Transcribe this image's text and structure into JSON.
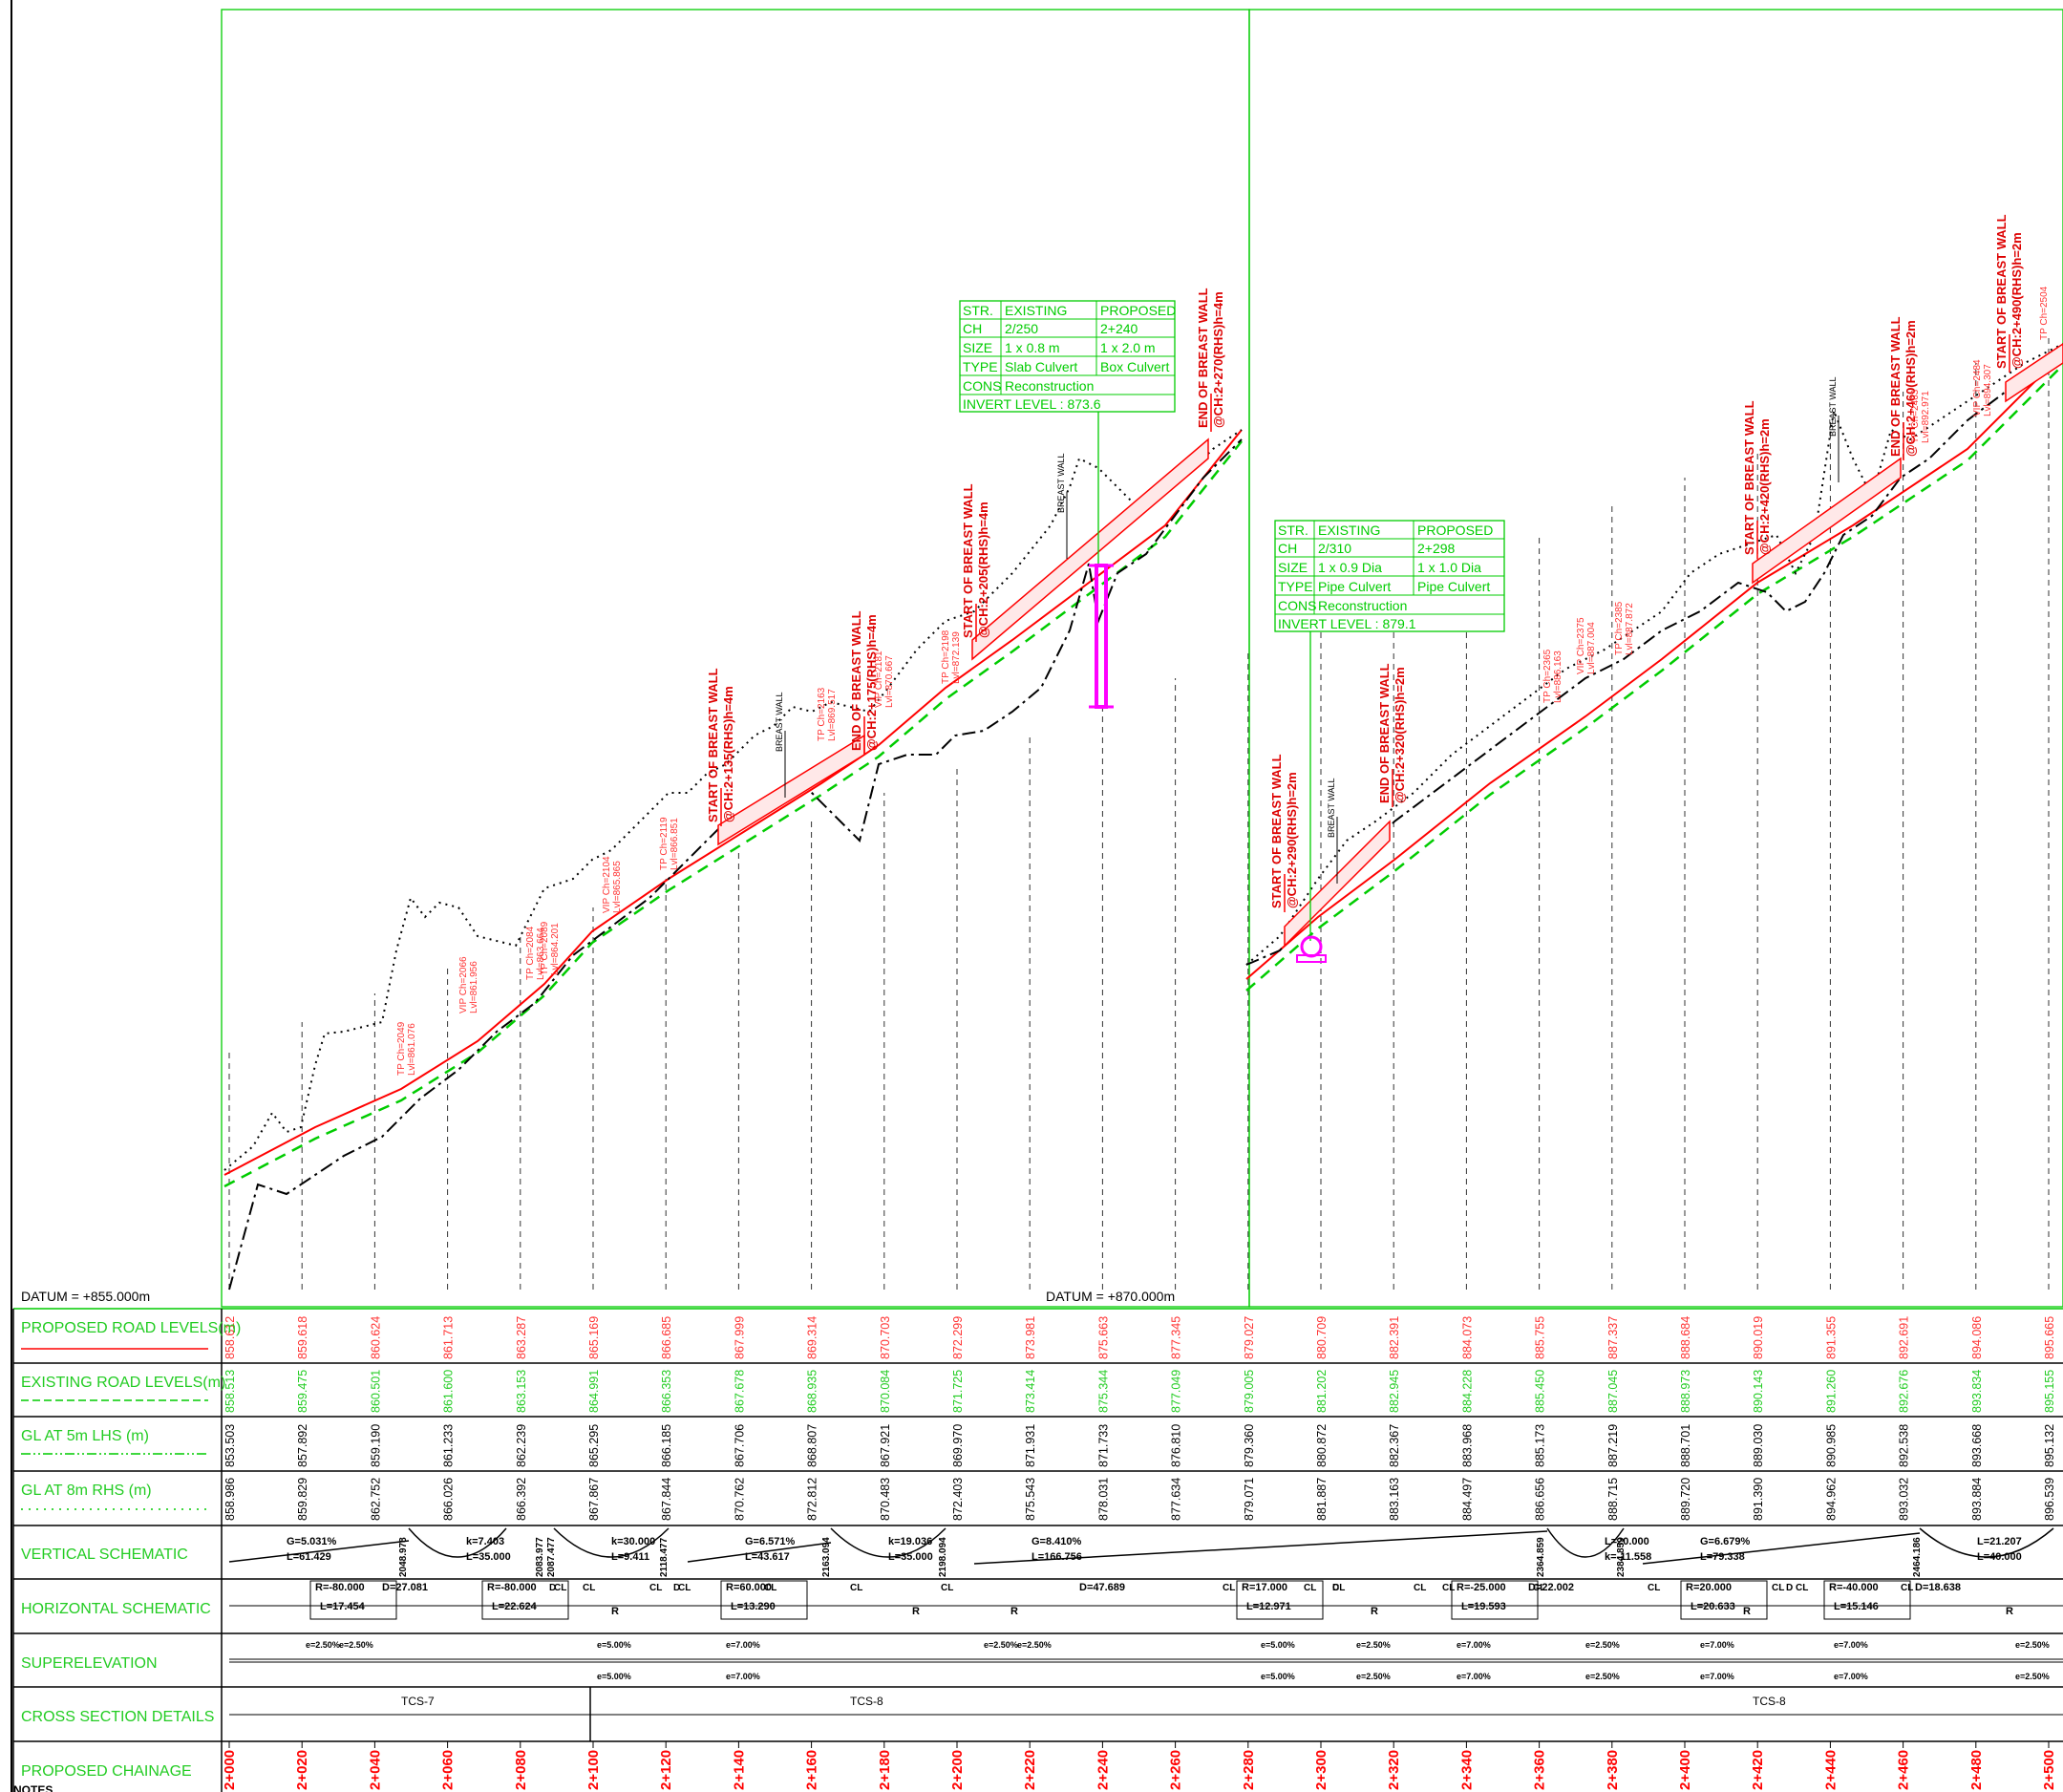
{
  "datum_left": "DATUM = +855.000m",
  "datum_right": "DATUM = +870.000m",
  "row_labels": {
    "prl": "PROPOSED ROAD LEVELS(m)",
    "erl": "EXISTING ROAD LEVELS(m)",
    "gl5": "GL AT 5m LHS (m)",
    "gl8": "GL AT 8m RHS (m)",
    "vs": "VERTICAL SCHEMATIC",
    "hs": "HORIZONTAL SCHEMATIC",
    "se": "SUPERELEVATION",
    "cs": "CROSS SECTION DETAILS",
    "pc": "PROPOSED CHAINAGE"
  },
  "notes_label": "NOTES",
  "chainages": [
    "2+000",
    "2+020",
    "2+040",
    "2+060",
    "2+080",
    "2+100",
    "2+120",
    "2+140",
    "2+160",
    "2+180",
    "2+200",
    "2+220",
    "2+240",
    "2+260",
    "2+280",
    "2+300",
    "2+320",
    "2+340",
    "2+360",
    "2+380",
    "2+400",
    "2+420",
    "2+440",
    "2+460",
    "2+480",
    "2+500"
  ],
  "prl": [
    "858.612",
    "859.618",
    "860.624",
    "861.713",
    "863.287",
    "865.169",
    "866.685",
    "867.999",
    "869.314",
    "870.703",
    "872.299",
    "873.981",
    "875.663",
    "877.345",
    "879.027",
    "880.709",
    "882.391",
    "884.073",
    "885.755",
    "887.337",
    "888.684",
    "890.019",
    "891.355",
    "892.691",
    "894.086",
    "895.665"
  ],
  "erl": [
    "858.513",
    "859.475",
    "860.501",
    "861.600",
    "863.153",
    "864.991",
    "866.353",
    "867.678",
    "868.935",
    "870.084",
    "871.725",
    "873.414",
    "875.344",
    "877.049",
    "879.005",
    "881.202",
    "882.945",
    "884.228",
    "885.450",
    "887.045",
    "888.973",
    "890.143",
    "891.260",
    "892.676",
    "893.834",
    "895.155"
  ],
  "gl5": [
    "853.503",
    "857.892",
    "859.190",
    "861.233",
    "862.239",
    "865.295",
    "866.185",
    "867.706",
    "868.807",
    "867.921",
    "869.970",
    "871.931",
    "871.733",
    "876.810",
    "879.360",
    "880.872",
    "882.367",
    "883.968",
    "885.173",
    "887.219",
    "888.701",
    "889.030",
    "890.985",
    "892.538",
    "893.668",
    "895.132"
  ],
  "gl8": [
    "858.986",
    "859.829",
    "862.752",
    "866.026",
    "866.392",
    "867.867",
    "867.844",
    "870.762",
    "872.812",
    "870.483",
    "872.403",
    "875.543",
    "878.031",
    "877.634",
    "879.071",
    "881.887",
    "883.163",
    "884.497",
    "886.656",
    "888.715",
    "889.720",
    "891.390",
    "894.962",
    "893.032",
    "893.884",
    "896.539"
  ],
  "culvert1": {
    "rows": [
      [
        "STR.",
        "EXISTING",
        "PROPOSED"
      ],
      [
        "CH",
        "2/250",
        "2+240"
      ],
      [
        "SIZE",
        "1 x 0.8 m",
        "1 x 2.0 m"
      ],
      [
        "TYPE",
        "Slab Culvert",
        "Box Culvert"
      ],
      [
        "CONS",
        "Reconstruction",
        ""
      ]
    ],
    "invert": "INVERT LEVEL : 873.6"
  },
  "culvert2": {
    "rows": [
      [
        "STR.",
        "EXISTING",
        "PROPOSED"
      ],
      [
        "CH",
        "2/310",
        "2+298"
      ],
      [
        "SIZE",
        "1 x 0.9 Dia",
        "1 x 1.0 Dia"
      ],
      [
        "TYPE",
        "Pipe Culvert",
        "Pipe Culvert"
      ],
      [
        "CONS",
        "Reconstruction",
        ""
      ]
    ],
    "invert": "INVERT LEVEL : 879.1"
  },
  "breast_walls": [
    {
      "l1": "START OF BREAST WALL",
      "l2": "@CH:2+135(RHS)h=4m"
    },
    {
      "l1": "END OF BREAST WALL",
      "l2": "@CH:2+175(RHS)h=4m"
    },
    {
      "l1": "START OF BREAST WALL",
      "l2": "@CH:2+205(RHS)h=4m"
    },
    {
      "l1": "END OF BREAST WALL",
      "l2": "@CH:2+270(RHS)h=4m"
    },
    {
      "l1": "START OF BREAST WALL",
      "l2": "@CH:2+290(RHS)h=2m"
    },
    {
      "l1": "END OF BREAST WALL",
      "l2": "@CH:2+320(RHS)h=2m"
    },
    {
      "l1": "START OF BREAST WALL",
      "l2": "@CH:2+420(RHS)h=2m"
    },
    {
      "l1": "END OF BREAST WALL",
      "l2": "@CH:2+460(RHS)h=2m"
    },
    {
      "l1": "START OF BREAST WALL",
      "l2": "@CH:2+490(RHS)h=2m"
    }
  ],
  "breast_wall_tag": "BREAST WALL",
  "ip_labels": [
    {
      "l1": "TP  Ch=2049",
      "l2": "Lvl=861.076"
    },
    {
      "l1": "VIP  Ch=2066",
      "l2": "Lvl=861.956"
    },
    {
      "l1": "TP  Ch=2084",
      "l2": "Lvl=863.664"
    },
    {
      "l1": "TP  Ch=2089",
      "l2": "Lvl=864.201"
    },
    {
      "l1": "VIP  Ch=2104",
      "l2": "Lvl=865.865"
    },
    {
      "l1": "TP  Ch=2119",
      "l2": "Lvl=866.851"
    },
    {
      "l1": "TP  Ch=2163",
      "l2": "Lvl=869.517"
    },
    {
      "l1": "VIP  Ch=2181",
      "l2": "Lvl=870.667"
    },
    {
      "l1": "TP  Ch=2198",
      "l2": "Lvl=872.139"
    },
    {
      "l1": "TP  Ch=2365",
      "l2": "Lvl=886.163"
    },
    {
      "l1": "VIP  Ch=2375",
      "l2": "Lvl=887.004"
    },
    {
      "l1": "TP  Ch=2385",
      "l2": "Lvl=887.872"
    },
    {
      "l1": "TP  Ch=2463",
      "l2": "Lvl=892.971"
    },
    {
      "l1": "VIP  Ch=2484",
      "l2": "Lvl=894.307"
    },
    {
      "l1": "TP  Ch=2504",
      "l2": ""
    }
  ],
  "vertical_schematic": [
    {
      "a": "G=5.031%",
      "b": "L=61.429"
    },
    {
      "a": "k=7.403",
      "b": "L=35.000"
    },
    {
      "a": "k=30.000",
      "b": "L=9.411"
    },
    {
      "a": "G=6.571%",
      "b": "L=43.617"
    },
    {
      "a": "k=19.036",
      "b": "L=35.000"
    },
    {
      "a": "G=8.410%",
      "b": "L=166.756"
    },
    {
      "a": "L=20.000",
      "b": "k=-11.558"
    },
    {
      "a": "G=6.679%",
      "b": "L=79.338"
    },
    {
      "a": "L=21.207",
      "b": "L=40.000"
    }
  ],
  "vs_stations": [
    "2048.978",
    "2083.977",
    "2087.477",
    "2118.477",
    "2163.094",
    "2198.094",
    "2364.859",
    "2384.859",
    "2464.186"
  ],
  "horizontal_schematic": {
    "radii": [
      "R=-80.000",
      "R=-80.000",
      "R=60.000",
      "R=17.000",
      "R=-25.000",
      "R=20.000",
      "R=-40.000"
    ],
    "lengths": [
      "L=17.454",
      "L=22.624",
      "L=13.290",
      "L=12.971",
      "L=19.593",
      "L=20.633",
      "L=15.146"
    ],
    "d": [
      "D=27.081",
      "D=47.689",
      "D=22.002",
      "D=18.638"
    ],
    "cl": "CL",
    "dm": "D",
    "r": "R"
  },
  "superelevation": [
    "e=2.50%",
    "e=5.00%",
    "e=7.00%"
  ],
  "cross_sections": [
    "TCS-7",
    "TCS-8",
    "TCS-8"
  ]
}
